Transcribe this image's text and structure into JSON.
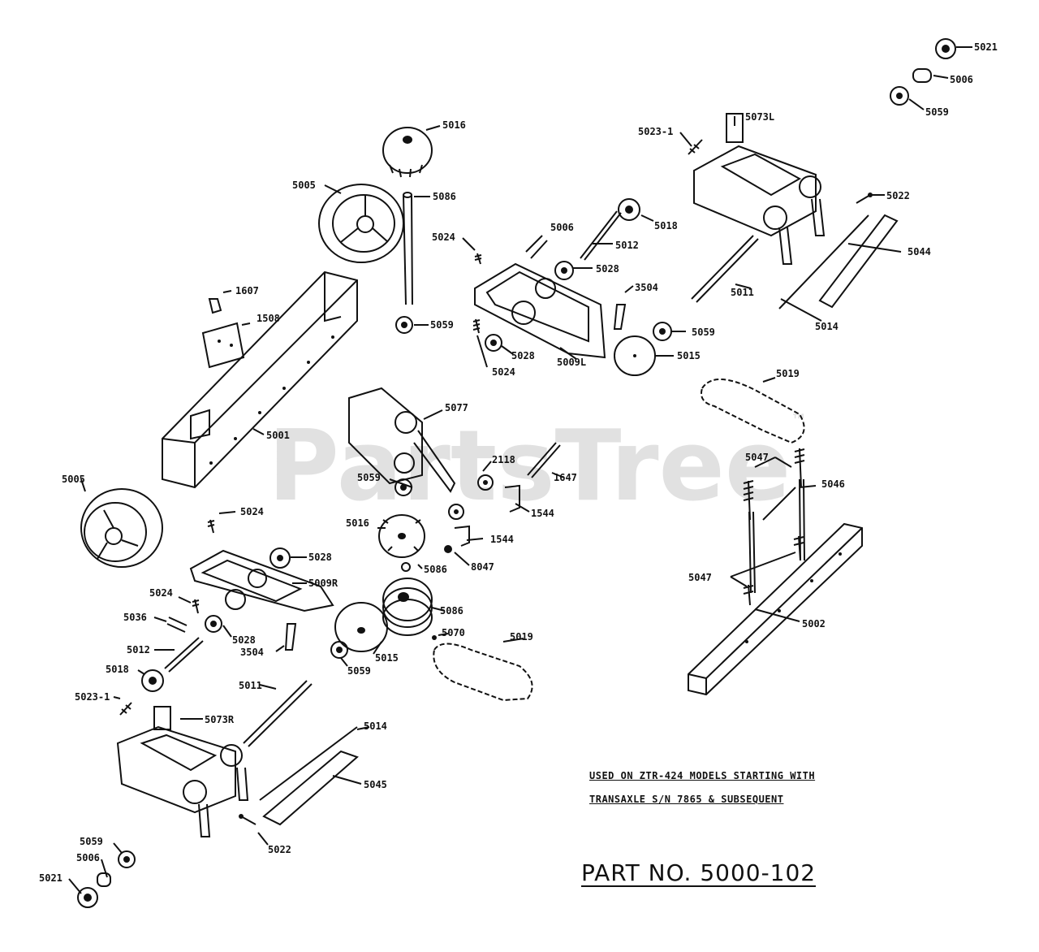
{
  "watermark": {
    "text": "PartsTree",
    "mark": "™"
  },
  "notes": {
    "line1": "USED ON ZTR-424 MODELS STARTING WITH",
    "line2": "TRANSAXLE S/N 7865 & SUBSEQUENT"
  },
  "part_number": "PART NO. 5000-102",
  "labels": {
    "l5021a": "5021",
    "l5006a": "5006",
    "l5059a": "5059",
    "l5016a": "5016",
    "l5005a": "5005",
    "l5086a": "5086",
    "l5023a": "5023-1",
    "l5073l": "5073L",
    "l5022a": "5022",
    "l5018a": "5018",
    "l5006b": "5006",
    "l5012a": "5012",
    "l5024a": "5024",
    "l5028a": "5028",
    "l3504a": "3504",
    "l5044": "5044",
    "l5011a": "5011",
    "l5014a": "5014",
    "l1607": "1607",
    "l1508": "1508",
    "l5059b": "5059",
    "l5059c": "5059",
    "l5015a": "5015",
    "l5028b": "5028",
    "l5024b": "5024",
    "l5009l": "5009L",
    "l5019a": "5019",
    "l5001": "5001",
    "l5077": "5077",
    "l2118": "2118",
    "l1647": "1647",
    "l5047a": "5047",
    "l5046": "5046",
    "l5005b": "5005",
    "l5059d": "5059",
    "l1544a": "1544",
    "l5024c": "5024",
    "l5016b": "5016",
    "l1544b": "1544",
    "l5028c": "5028",
    "l5086b": "5086",
    "l8047": "8047",
    "l5009r": "5009R",
    "l5047b": "5047",
    "l5024d": "5024",
    "l5086c": "5086",
    "l5036": "5036",
    "l5028d": "5028",
    "l5070": "5070",
    "l5019b": "5019",
    "l3504b": "3504",
    "l5012b": "5012",
    "l5015b": "5015",
    "l5059e": "5059",
    "l5002": "5002",
    "l5018b": "5018",
    "l5011b": "5011",
    "l5023b": "5023-1",
    "l5073r": "5073R",
    "l5014b": "5014",
    "l5045": "5045",
    "l5022b": "5022",
    "l5059f": "5059",
    "l5006c": "5006",
    "l5021b": "5021"
  }
}
